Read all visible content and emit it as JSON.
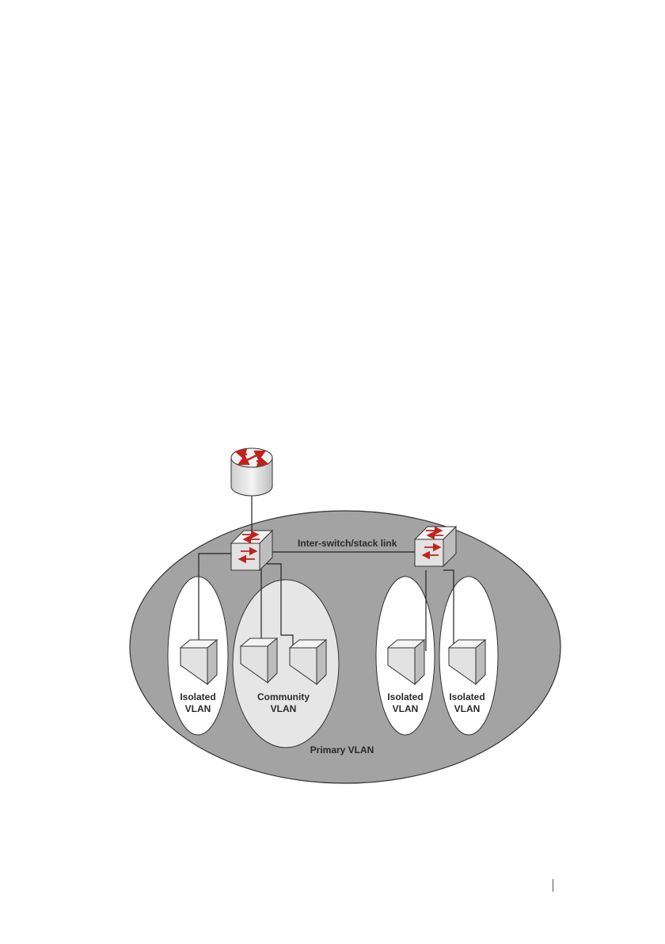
{
  "diagram": {
    "primary_vlan": {
      "label": "Primary VLAN"
    },
    "inter_switch_link": {
      "label": "Inter-switch/stack link"
    },
    "vlans": [
      {
        "label_line1": "Isolated",
        "label_line2": "VLAN"
      },
      {
        "label_line1": "Community",
        "label_line2": "VLAN"
      },
      {
        "label_line1": "Isolated",
        "label_line2": "VLAN"
      },
      {
        "label_line1": "Isolated",
        "label_line2": "VLAN"
      }
    ],
    "colors": {
      "primary_vlan_fill": "#a3a3a3",
      "community_vlan_fill": "#e6e6e6",
      "isolated_vlan_fill": "#ffffff",
      "device_fill": "#e2e2e2",
      "arrow_red": "#c0221c"
    },
    "icons": [
      "router-icon",
      "switch-icon",
      "host-device-icon"
    ]
  }
}
